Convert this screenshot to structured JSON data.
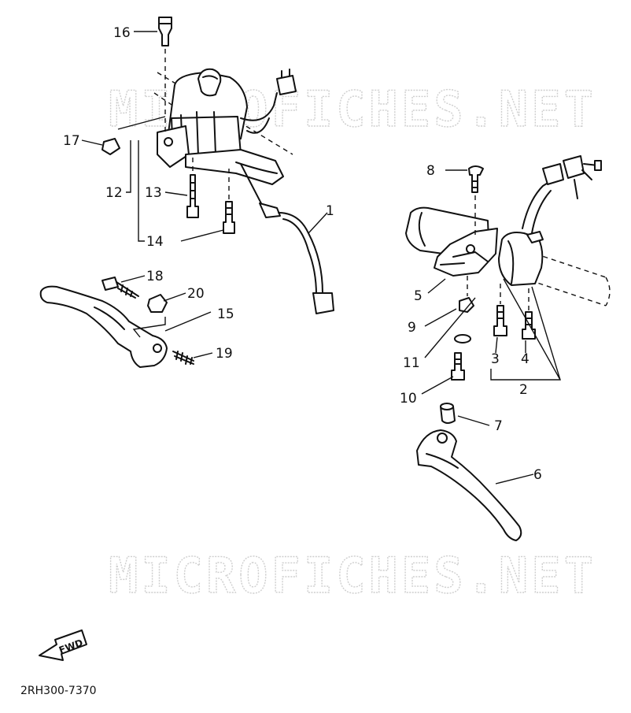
{
  "diagram": {
    "watermark_top": "MICROFICHES.NET",
    "watermark_bottom": "MICROFICHES.NET",
    "drawing_code": "2RH300-7370",
    "fwd_label": "FWD",
    "labels": {
      "l1": "1",
      "l2": "2",
      "l3": "3",
      "l4": "4",
      "l5": "5",
      "l6": "6",
      "l7": "7",
      "l8": "8",
      "l9": "9",
      "l10": "10",
      "l11": "11",
      "l12": "12",
      "l13": "13",
      "l14": "14",
      "l15": "15",
      "l16": "16",
      "l17": "17",
      "l18": "18",
      "l19": "19",
      "l20": "20"
    }
  }
}
